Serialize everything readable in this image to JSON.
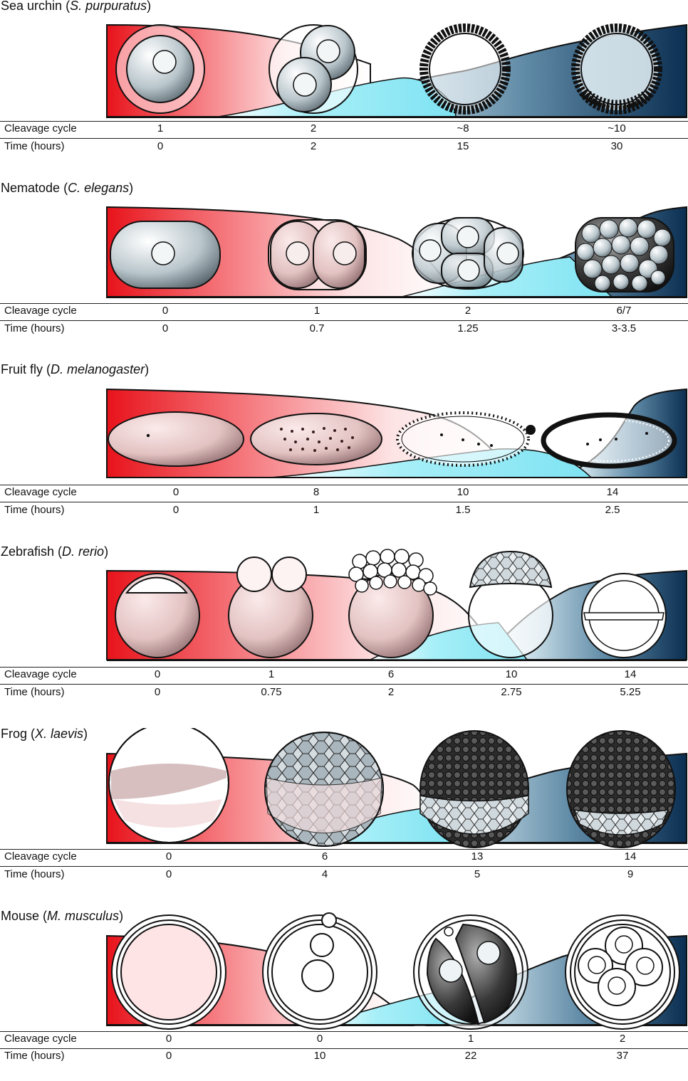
{
  "row_labels": {
    "cleavage": "Cleavage cycle",
    "time": "Time (hours)"
  },
  "colors": {
    "maternal": "#e8131b",
    "zygotic": "#0b2f52",
    "transition": "#8ee9f6"
  },
  "panels": [
    {
      "name": "Sea urchin",
      "latin": "S. purpuratus",
      "stages": [
        "one-cell egg",
        "two-cell embryo",
        "blastula",
        "hatched blastula"
      ],
      "cleavage": [
        "1",
        "2",
        "~8",
        "~10"
      ],
      "time": [
        "0",
        "2",
        "15",
        "30"
      ]
    },
    {
      "name": "Nematode",
      "latin": "C. elegans",
      "stages": [
        "one-cell embryo",
        "two-cell embryo",
        "four-cell embryo",
        "multicell embryo"
      ],
      "cleavage": [
        "0",
        "1",
        "2",
        "6/7"
      ],
      "time": [
        "0",
        "0.7",
        "1.25",
        "3-3.5"
      ]
    },
    {
      "name": "Fruit fly",
      "latin": "D. melanogaster",
      "stages": [
        "fertilized egg",
        "syncytial embryo",
        "syncytial blastoderm",
        "cellular blastoderm"
      ],
      "cleavage": [
        "0",
        "8",
        "10",
        "14"
      ],
      "time": [
        "0",
        "1",
        "1.5",
        "2.5"
      ]
    },
    {
      "name": "Zebrafish",
      "latin": "D. rerio",
      "stages": [
        "one-cell",
        "two-cell",
        "64-cell",
        "high stage",
        "shield"
      ],
      "cleavage": [
        "0",
        "1",
        "6",
        "10",
        "14"
      ],
      "time": [
        "0",
        "0.75",
        "2",
        "2.75",
        "5.25"
      ]
    },
    {
      "name": "Frog",
      "latin": "X. laevis",
      "stages": [
        "egg",
        "blastula",
        "mid-blastula",
        "late blastula"
      ],
      "cleavage": [
        "0",
        "6",
        "13",
        "14"
      ],
      "time": [
        "0",
        "4",
        "5",
        "9"
      ]
    },
    {
      "name": "Mouse",
      "latin": "M. musculus",
      "stages": [
        "oocyte",
        "zygote",
        "two-cell",
        "four-cell"
      ],
      "cleavage": [
        "0",
        "0",
        "1",
        "2"
      ],
      "time": [
        "0",
        "10",
        "22",
        "37"
      ]
    }
  ]
}
